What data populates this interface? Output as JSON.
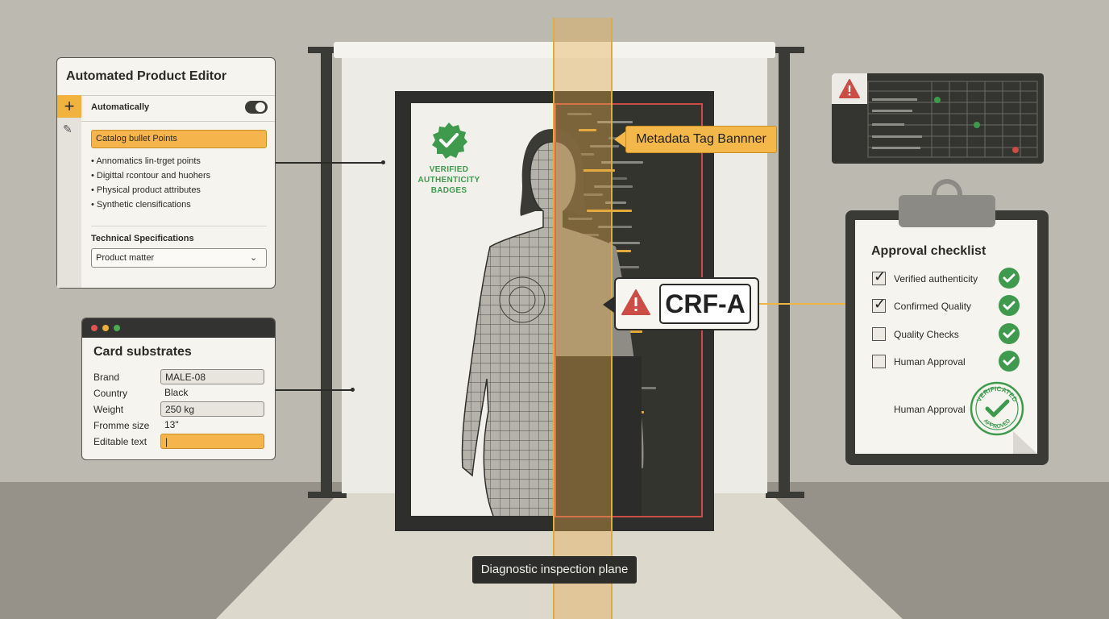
{
  "editor": {
    "title": "Automated Product Editor",
    "plus_icon": "+",
    "automatic_label": "Automatically",
    "catalog_field": "Catalog bullet Points",
    "bullets": [
      "Annomatics lin-trget points",
      "Digittal rcontour and huohers",
      "Physical product attributes",
      "Synthetic clensifications"
    ],
    "spec_title": "Technical Specifications",
    "spec_select": "Product matter"
  },
  "card": {
    "title": "Card substrates",
    "rows": [
      {
        "label": "Brand",
        "value": "MALE-08"
      },
      {
        "label": "Country",
        "value": "Black"
      },
      {
        "label": "Weight",
        "value": "250 kg"
      },
      {
        "label": "Fromme size",
        "value": "13\""
      },
      {
        "label": "Editable text",
        "value": "|"
      }
    ]
  },
  "badge": {
    "line1": "VERIFIED",
    "line2": "AUTHENTICITY",
    "line3": "BADGES"
  },
  "meta_tag": "Metadata Tag Bannner",
  "crf_code": "CRF-A",
  "diagnostic_label": "Diagnostic inspection plane",
  "checklist": {
    "title": "Approval checklist",
    "items": [
      {
        "label": "Verified authenticity",
        "checked": true
      },
      {
        "label": "Confirmed Quality",
        "checked": true
      },
      {
        "label": "Quality Checks",
        "checked": false
      },
      {
        "label": "Human Approval",
        "checked": false
      }
    ],
    "approval_label": "Human Approval",
    "stamp_top": "VERIFICATED",
    "stamp_bottom": "APPROVED"
  },
  "colors": {
    "accent": "#f2b23e",
    "success": "#3f9a4e",
    "alert": "#cc4c46",
    "dark": "#2e2e2c"
  },
  "icons": [
    "plus-icon",
    "pencil-icon",
    "toggle-icon",
    "chevron-down-icon",
    "checkmark-badge-icon",
    "warning-icon",
    "check-circle-icon",
    "approved-stamp-icon"
  ]
}
